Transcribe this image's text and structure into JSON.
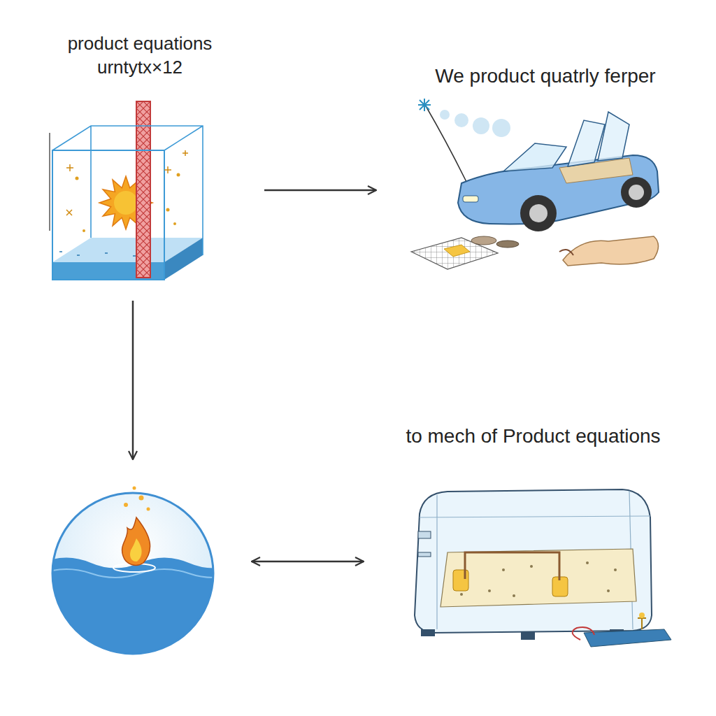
{
  "diagram": {
    "nodes": [
      {
        "text": [
          "product equations urntytx×12"
        ]
      },
      {
        "text": [
          "We product quatrly ferper"
        ]
      },
      {
        "text": []
      },
      {
        "text": [
          "to mech of Product equations"
        ]
      }
    ],
    "edges": [
      {
        "from": 0,
        "to": 1,
        "arrow": "to"
      },
      {
        "from": 0,
        "to": 2,
        "arrow": "to"
      },
      {
        "from": 2,
        "to": 3,
        "arrow": "both"
      }
    ]
  }
}
